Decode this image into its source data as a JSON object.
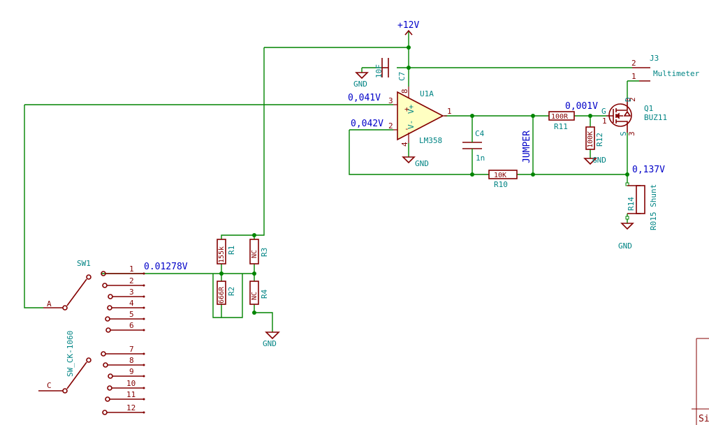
{
  "power": {
    "vcc": "+12V",
    "gnd": "GND"
  },
  "opamp": {
    "ref": "U1A",
    "value": "LM358",
    "pin_plus": "3",
    "pin_minus": "2",
    "pin_out": "1",
    "pin_vp": "8",
    "pin_vn": "4",
    "label_plus": "V+",
    "label_minus": "V-",
    "sym_plus": "+",
    "sym_minus": "-"
  },
  "voltages": {
    "v_plus": "0,041V",
    "v_minus": "0,042V",
    "v_gate": "0,001V",
    "v_shunt": "0,137V",
    "v_divider": "0.01278V"
  },
  "caps": {
    "c7_ref": "C7",
    "c7_value": "10F",
    "c4_ref": "C4",
    "c4_value": "1n"
  },
  "resistors": {
    "r1": {
      "ref": "R1",
      "value": "155k"
    },
    "r2": {
      "ref": "R2",
      "value": "666R"
    },
    "r3": {
      "ref": "R3",
      "value": "NC"
    },
    "r4": {
      "ref": "R4",
      "value": "NC"
    },
    "r10": {
      "ref": "R10",
      "value": "10K"
    },
    "r11": {
      "ref": "R11",
      "value": "100R"
    },
    "r12": {
      "ref": "R12",
      "value": "100K"
    },
    "r14": {
      "ref": "R14",
      "value": "R015 Shunt"
    }
  },
  "jumper": "JUMPER",
  "mosfet": {
    "ref": "Q1",
    "value": "BUZ11",
    "pin_g": "G",
    "pin_d": "D",
    "pin_s": "S",
    "pin1": "1",
    "pin2": "2",
    "pin3": "3"
  },
  "connector": {
    "ref": "J3",
    "label": "Multimeter",
    "pin2": "2",
    "pin1": "1"
  },
  "switch": {
    "ref": "SW1",
    "value": "SW_CK-1060",
    "common_a": "A",
    "common_c": "C",
    "positions": [
      "1",
      "2",
      "3",
      "4",
      "5",
      "6",
      "7",
      "8",
      "9",
      "10",
      "11",
      "12"
    ]
  },
  "titleblock": {
    "fragment": "Si"
  }
}
